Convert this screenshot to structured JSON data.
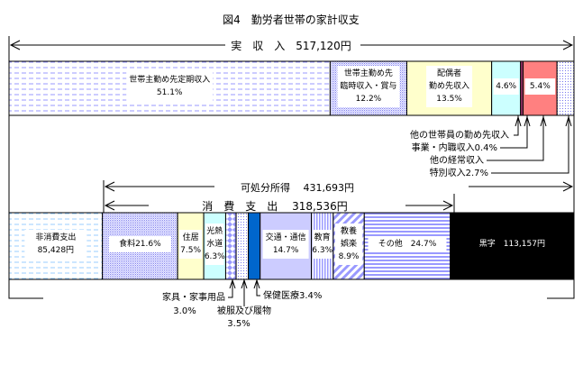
{
  "chart_data": {
    "type": "stacked-bar",
    "title": "図4　勤労者世帯の家計収支",
    "income": {
      "label": "実　収　入　517,120円",
      "segments": [
        {
          "name": "世帯主勤め先定期収入",
          "pct": "51.1%",
          "value": 51.1,
          "color": "#9999ff",
          "pattern": "dash"
        },
        {
          "name": "世帯主勤め先臨時収入・賞与",
          "name_lines": [
            "世帯主勤め先",
            "臨時収入・賞与"
          ],
          "pct": "12.2%",
          "value": 12.2,
          "color": "#9999ff",
          "pattern": "dots"
        },
        {
          "name": "配偶者勤め先収入",
          "name_lines": [
            "配偶者",
            "勤め先収入"
          ],
          "pct": "13.5%",
          "value": 13.5,
          "color": "#ffffcc",
          "pattern": "solid"
        },
        {
          "name": "他の世帯員の勤め先収入",
          "pct": "4.6%",
          "value": 4.6,
          "color": "#ccffff",
          "pattern": "solid"
        },
        {
          "name": "事業・内職収入",
          "pct": "0.4%",
          "value": 0.4,
          "color": "#993366",
          "pattern": "solid"
        },
        {
          "name": "他の経常収入",
          "pct": "5.4%",
          "value": 5.4,
          "color": "#ff8080",
          "pattern": "solid"
        },
        {
          "name": "特別収入",
          "pct": "2.7%",
          "value": 2.7,
          "color": "#9999ff",
          "pattern": "dots2"
        }
      ],
      "callouts": [
        "他の世帯員の勤め先収入",
        "事業・内職収入0.4%",
        "他の経常収入",
        "特別収入2.7%"
      ]
    },
    "disposable_label": "可処分所得　 431,693円",
    "consumption_label": "消　費　支　出　 318,536円",
    "expenditure": {
      "segments": [
        {
          "name": "非消費支出",
          "name_lines": [
            "非消費支出",
            "85,428円"
          ],
          "value": 85428,
          "color": "#99ccff",
          "pattern": "dash"
        },
        {
          "name": "食料",
          "name_lines": [
            "食料21.6%"
          ],
          "pct": "21.6%",
          "value": 21.6,
          "color": "#9999ff",
          "pattern": "dots"
        },
        {
          "name": "住居",
          "name_lines": [
            "住居",
            "7.5%"
          ],
          "pct": "7.5%",
          "value": 7.5,
          "color": "#ffffcc",
          "pattern": "solid"
        },
        {
          "name": "光熱水道",
          "name_lines": [
            "光熱",
            "水道",
            "6.3%"
          ],
          "pct": "6.3%",
          "value": 6.3,
          "color": "#ccffff",
          "pattern": "solid"
        },
        {
          "name": "家具・家事用品",
          "pct": "3.0%",
          "value": 3.0,
          "color": "#9999ff",
          "pattern": "diamond"
        },
        {
          "name": "被服及び履物",
          "pct": "3.5%",
          "value": 3.5,
          "color": "#9999ff",
          "pattern": "dots2"
        },
        {
          "name": "保健医療",
          "pct": "3.4%",
          "value": 3.4,
          "color": "#0066cc",
          "pattern": "solid"
        },
        {
          "name": "交通・通信",
          "name_lines": [
            "交通・通信",
            "14.7%"
          ],
          "pct": "14.7%",
          "value": 14.7,
          "color": "#ccccff",
          "pattern": "solid"
        },
        {
          "name": "教育",
          "name_lines": [
            "教育",
            "6.3%"
          ],
          "pct": "6.3%",
          "value": 6.3,
          "color": "#9999ff",
          "pattern": "vline"
        },
        {
          "name": "教養娯楽",
          "name_lines": [
            "教養",
            "娯楽",
            "8.9%"
          ],
          "pct": "8.9%",
          "value": 8.9,
          "color": "#9999ff",
          "pattern": "diag"
        },
        {
          "name": "その他",
          "name_lines": [
            "その他　24.7%"
          ],
          "pct": "24.7%",
          "value": 24.7,
          "color": "#9999ff",
          "pattern": "hline"
        },
        {
          "name": "黒字",
          "name_lines": [
            "黒字　113,157円"
          ],
          "value": 113157,
          "color": "#000000",
          "pattern": "solid"
        }
      ],
      "callouts": [
        "家具・家事用品",
        "3.0%",
        "被服及び履物",
        "3.5%",
        "保健医療3.4%"
      ]
    }
  }
}
